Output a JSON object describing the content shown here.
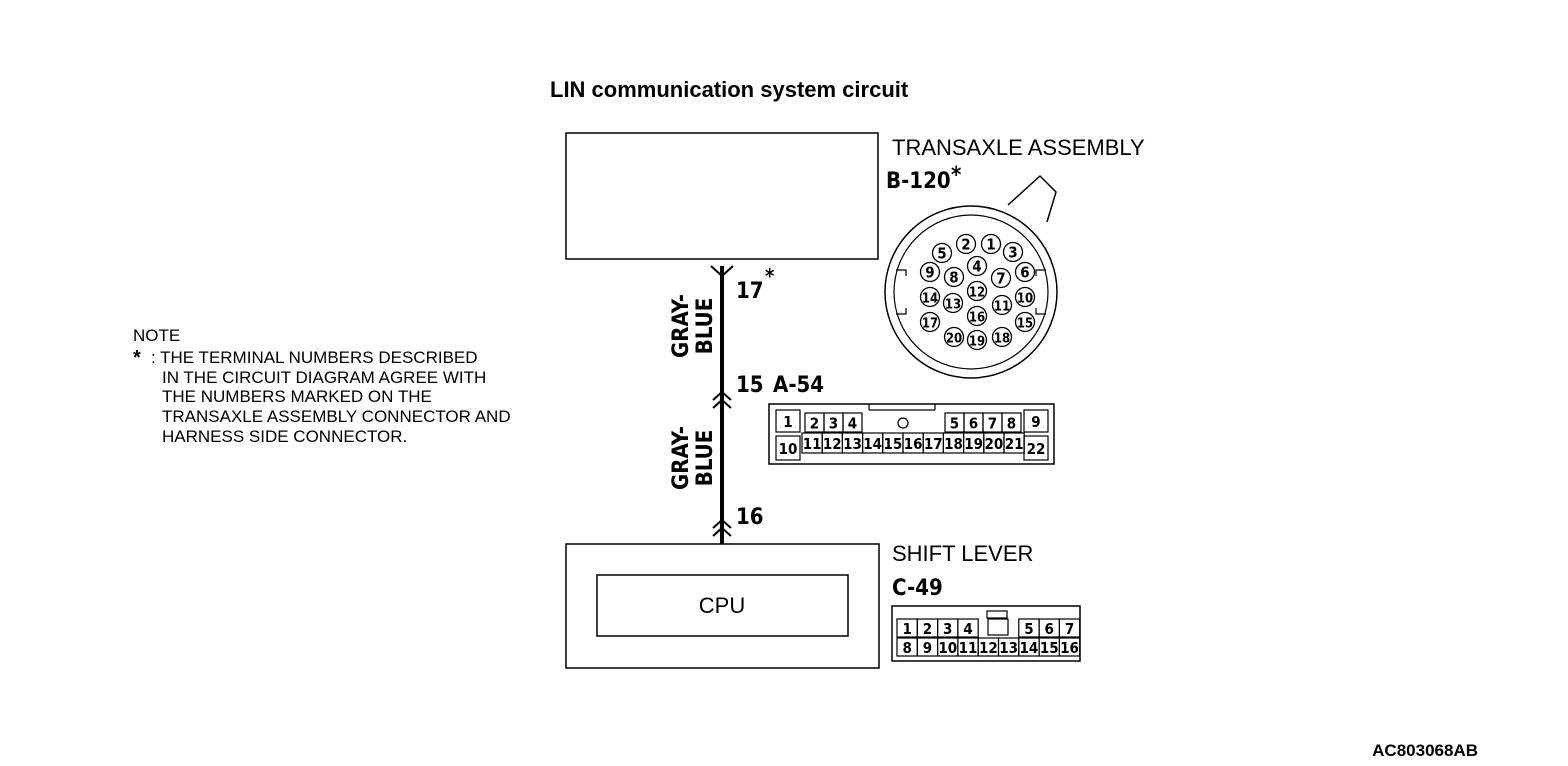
{
  "title": "LIN communication system circuit",
  "transaxle": {
    "name": "TRANSAXLE ASSEMBLY",
    "connector": "B-120",
    "connector_mark": "*",
    "terminal": "17",
    "terminal_mark": "*",
    "pins": [
      "1",
      "2",
      "3",
      "4",
      "5",
      "6",
      "7",
      "8",
      "9",
      "10",
      "11",
      "12",
      "13",
      "14",
      "15",
      "16",
      "17",
      "18",
      "19",
      "20"
    ]
  },
  "wire": {
    "upper_color": [
      "GRAY-",
      "BLUE"
    ],
    "lower_color": [
      "GRAY-",
      "BLUE"
    ]
  },
  "junction": {
    "terminal": "15",
    "connector": "A-54",
    "pins": [
      "1",
      "2",
      "3",
      "4",
      "5",
      "6",
      "7",
      "8",
      "9",
      "10",
      "11",
      "12",
      "13",
      "14",
      "15",
      "16",
      "17",
      "18",
      "19",
      "20",
      "21",
      "22"
    ]
  },
  "shift_lever": {
    "name": "SHIFT LEVER",
    "connector": "C-49",
    "terminal": "16",
    "cpu_label": "CPU",
    "pins_top": [
      "1",
      "2",
      "3",
      "4",
      "5",
      "6",
      "7"
    ],
    "pins_bottom": [
      "8",
      "9",
      "10",
      "11",
      "12",
      "13",
      "14",
      "15",
      "16"
    ]
  },
  "note": {
    "heading": "NOTE",
    "marker": "*",
    "lines": [
      ": THE TERMINAL NUMBERS DESCRIBED",
      "IN THE CIRCUIT DIAGRAM AGREE WITH",
      "THE NUMBERS MARKED ON THE",
      "TRANSAXLE ASSEMBLY CONNECTOR AND",
      "HARNESS SIDE CONNECTOR."
    ]
  },
  "figure_code": "AC803068AB"
}
